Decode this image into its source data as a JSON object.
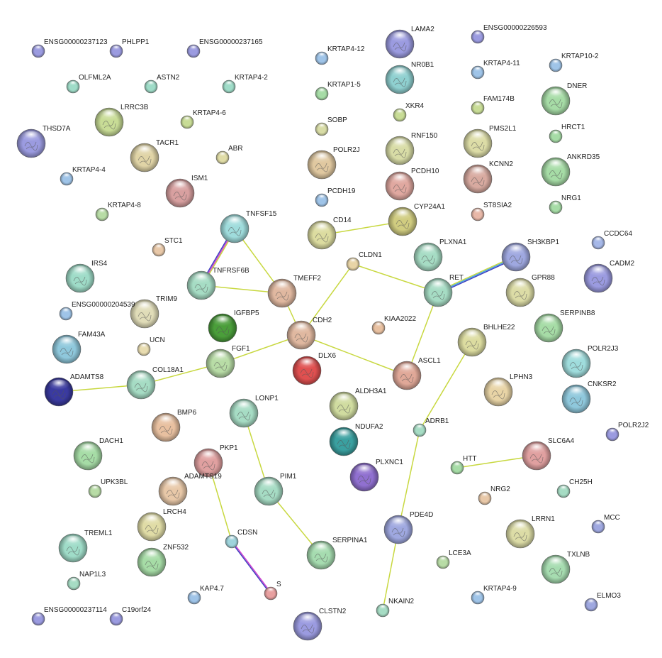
{
  "network": {
    "nodes": [
      {
        "id": "ENSG00000237123",
        "label": "ENSG00000237123",
        "color": "#9b9be0",
        "big": false
      },
      {
        "id": "PHLPP1",
        "label": "PHLPP1",
        "color": "#9b9be0",
        "big": false
      },
      {
        "id": "ENSG00000237165",
        "label": "ENSG00000237165",
        "color": "#9b9be0",
        "big": false
      },
      {
        "id": "KRTAP4-12",
        "label": "KRTAP4-12",
        "color": "#9fc4e8",
        "big": false
      },
      {
        "id": "LAMA2",
        "label": "LAMA2",
        "color": "#9b9be0",
        "big": true
      },
      {
        "id": "ENSG00000226593",
        "label": "ENSG00000226593",
        "color": "#9b9be0",
        "big": false
      },
      {
        "id": "KRTAP10-2",
        "label": "KRTAP10-2",
        "color": "#9fc4e8",
        "big": false
      },
      {
        "id": "OLFML2A",
        "label": "OLFML2A",
        "color": "#9fdcc8",
        "big": false
      },
      {
        "id": "ASTN2",
        "label": "ASTN2",
        "color": "#9fdcc8",
        "big": false
      },
      {
        "id": "KRTAP4-2",
        "label": "KRTAP4-2",
        "color": "#9fdcc8",
        "big": false
      },
      {
        "id": "NR0B1",
        "label": "NR0B1",
        "color": "#8fd0d0",
        "big": true
      },
      {
        "id": "KRTAP4-11",
        "label": "KRTAP4-11",
        "color": "#9fc4e8",
        "big": false
      },
      {
        "id": "KRTAP1-5",
        "label": "KRTAP1-5",
        "color": "#a6dca6",
        "big": false
      },
      {
        "id": "DNER",
        "label": "DNER",
        "color": "#a6dca6",
        "big": true
      },
      {
        "id": "LRRC3B",
        "label": "LRRC3B",
        "color": "#c8dc96",
        "big": true
      },
      {
        "id": "FAM174B",
        "label": "FAM174B",
        "color": "#c8dc96",
        "big": false
      },
      {
        "id": "XKR4",
        "label": "XKR4",
        "color": "#c8dc96",
        "big": false
      },
      {
        "id": "KRTAP4-6",
        "label": "KRTAP4-6",
        "color": "#c8dc96",
        "big": false
      },
      {
        "id": "THSD7A",
        "label": "THSD7A",
        "color": "#9b9be0",
        "big": true
      },
      {
        "id": "SOBP",
        "label": "SOBP",
        "color": "#d8dca6",
        "big": false
      },
      {
        "id": "PMS2L1",
        "label": "PMS2L1",
        "color": "#dcdca6",
        "big": true
      },
      {
        "id": "HRCT1",
        "label": "HRCT1",
        "color": "#a6dca6",
        "big": false
      },
      {
        "id": "TACR1",
        "label": "TACR1",
        "color": "#e0d4a6",
        "big": true
      },
      {
        "id": "RNF150",
        "label": "RNF150",
        "color": "#d8dca6",
        "big": true
      },
      {
        "id": "ABR",
        "label": "ABR",
        "color": "#e0dca6",
        "big": false
      },
      {
        "id": "POLR2J",
        "label": "POLR2J",
        "color": "#e0c8a0",
        "big": true
      },
      {
        "id": "ANKRD35",
        "label": "ANKRD35",
        "color": "#a6dca6",
        "big": true
      },
      {
        "id": "KCNN2",
        "label": "KCNN2",
        "color": "#d8aaa0",
        "big": true
      },
      {
        "id": "KRTAP4-4",
        "label": "KRTAP4-4",
        "color": "#9fc4e8",
        "big": false
      },
      {
        "id": "ISM1",
        "label": "ISM1",
        "color": "#d8a0a0",
        "big": true
      },
      {
        "id": "PCDH10",
        "label": "PCDH10",
        "color": "#e0a8a0",
        "big": true
      },
      {
        "id": "NRG1",
        "label": "NRG1",
        "color": "#a6dca6",
        "big": false
      },
      {
        "id": "PCDH19",
        "label": "PCDH19",
        "color": "#9fc4e8",
        "big": false
      },
      {
        "id": "KRTAP4-8",
        "label": "KRTAP4-8",
        "color": "#b8dca6",
        "big": false
      },
      {
        "id": "CYP24A1",
        "label": "CYP24A1",
        "color": "#d0cc80",
        "big": true
      },
      {
        "id": "ST8SIA2",
        "label": "ST8SIA2",
        "color": "#e8b8a8",
        "big": false
      },
      {
        "id": "TNFSF15",
        "label": "TNFSF15",
        "color": "#9fdcdc",
        "big": true
      },
      {
        "id": "CD14",
        "label": "CD14",
        "color": "#dcdca0",
        "big": true
      },
      {
        "id": "CCDC64",
        "label": "CCDC64",
        "color": "#a6b8e8",
        "big": false
      },
      {
        "id": "PLXNA1",
        "label": "PLXNA1",
        "color": "#a6dcc4",
        "big": true
      },
      {
        "id": "SH3KBP1",
        "label": "SH3KBP1",
        "color": "#9fa8e0",
        "big": true
      },
      {
        "id": "STC1",
        "label": "STC1",
        "color": "#e8c8a8",
        "big": false
      },
      {
        "id": "CLDN1",
        "label": "CLDN1",
        "color": "#e8d4a6",
        "big": false
      },
      {
        "id": "IRS4",
        "label": "IRS4",
        "color": "#9fdcc8",
        "big": true
      },
      {
        "id": "CADM2",
        "label": "CADM2",
        "color": "#9b9be0",
        "big": true
      },
      {
        "id": "TNFRSF6B",
        "label": "TNFRSF6B",
        "color": "#a6dcc4",
        "big": true
      },
      {
        "id": "TMEFF2",
        "label": "TMEFF2",
        "color": "#e0b8a0",
        "big": true
      },
      {
        "id": "RET",
        "label": "RET",
        "color": "#a6dcc4",
        "big": true
      },
      {
        "id": "GPR88",
        "label": "GPR88",
        "color": "#dcdca6",
        "big": true
      },
      {
        "id": "TRIM9",
        "label": "TRIM9",
        "color": "#e0dcb8",
        "big": true
      },
      {
        "id": "ENSG00000204539",
        "label": "ENSG00000204539",
        "color": "#9fc4e8",
        "big": false
      },
      {
        "id": "IGFBP5",
        "label": "IGFBP5",
        "color": "#4a9e3a",
        "big": true
      },
      {
        "id": "CDH2",
        "label": "CDH2",
        "color": "#e0b8a0",
        "big": true
      },
      {
        "id": "KIAA2022",
        "label": "KIAA2022",
        "color": "#e8c0a0",
        "big": false
      },
      {
        "id": "SERPINB8",
        "label": "SERPINB8",
        "color": "#a6dca6",
        "big": true
      },
      {
        "id": "UCN",
        "label": "UCN",
        "color": "#e8dcb0",
        "big": false
      },
      {
        "id": "BHLHE22",
        "label": "BHLHE22",
        "color": "#dcdca0",
        "big": true
      },
      {
        "id": "FAM43A",
        "label": "FAM43A",
        "color": "#8fc8dc",
        "big": true
      },
      {
        "id": "FGF1",
        "label": "FGF1",
        "color": "#b8dca6",
        "big": true
      },
      {
        "id": "DLX6",
        "label": "DLX6",
        "color": "#e05050",
        "big": true
      },
      {
        "id": "POLR2J3",
        "label": "POLR2J3",
        "color": "#9fdcdc",
        "big": true
      },
      {
        "id": "ASCL1",
        "label": "ASCL1",
        "color": "#e0a898",
        "big": true
      },
      {
        "id": "COL18A1",
        "label": "COL18A1",
        "color": "#a6dcc4",
        "big": true
      },
      {
        "id": "ADAMTS8",
        "label": "ADAMTS8",
        "color": "#3a3aa0",
        "big": true
      },
      {
        "id": "LPHN3",
        "label": "LPHN3",
        "color": "#e8d4a6",
        "big": true
      },
      {
        "id": "CNKSR2",
        "label": "CNKSR2",
        "color": "#8fc8dc",
        "big": true
      },
      {
        "id": "LONP1",
        "label": "LONP1",
        "color": "#a6dcc4",
        "big": true
      },
      {
        "id": "ALDH3A1",
        "label": "ALDH3A1",
        "color": "#d0dca0",
        "big": true
      },
      {
        "id": "BMP6",
        "label": "BMP6",
        "color": "#e8c0a0",
        "big": true
      },
      {
        "id": "ADRB1",
        "label": "ADRB1",
        "color": "#a6dcc4",
        "big": false
      },
      {
        "id": "POLR2J2",
        "label": "POLR2J2",
        "color": "#9b9be0",
        "big": false
      },
      {
        "id": "NDUFA2",
        "label": "NDUFA2",
        "color": "#3aa0a0",
        "big": true
      },
      {
        "id": "DACH1",
        "label": "DACH1",
        "color": "#a6dca6",
        "big": true
      },
      {
        "id": "PKP1",
        "label": "PKP1",
        "color": "#e0a0a0",
        "big": true
      },
      {
        "id": "SLC6A4",
        "label": "SLC6A4",
        "color": "#e0a0a0",
        "big": true
      },
      {
        "id": "PLXNC1",
        "label": "PLXNC1",
        "color": "#9070d0",
        "big": true
      },
      {
        "id": "HTT",
        "label": "HTT",
        "color": "#a6dca6",
        "big": false
      },
      {
        "id": "ADAMTS19",
        "label": "ADAMTS19",
        "color": "#e8c8a8",
        "big": true
      },
      {
        "id": "UPK3BL",
        "label": "UPK3BL",
        "color": "#b8dca6",
        "big": false
      },
      {
        "id": "PIM1",
        "label": "PIM1",
        "color": "#a6dcc4",
        "big": true
      },
      {
        "id": "NRG2",
        "label": "NRG2",
        "color": "#e8c8a8",
        "big": false
      },
      {
        "id": "CH25H",
        "label": "CH25H",
        "color": "#a6dcc4",
        "big": false
      },
      {
        "id": "LRCH4",
        "label": "LRCH4",
        "color": "#e0dca6",
        "big": true
      },
      {
        "id": "PDE4D",
        "label": "PDE4D",
        "color": "#9fa8e0",
        "big": true
      },
      {
        "id": "LRRN1",
        "label": "LRRN1",
        "color": "#dcdca6",
        "big": true
      },
      {
        "id": "MCC",
        "label": "MCC",
        "color": "#9fa8e0",
        "big": false
      },
      {
        "id": "TREML1",
        "label": "TREML1",
        "color": "#9fdcc8",
        "big": true
      },
      {
        "id": "CDSN",
        "label": "CDSN",
        "color": "#9fd4dc",
        "big": false
      },
      {
        "id": "SERPINA1",
        "label": "SERPINA1",
        "color": "#a6dcb0",
        "big": true
      },
      {
        "id": "ZNF532",
        "label": "ZNF532",
        "color": "#a6dca6",
        "big": true
      },
      {
        "id": "LCE3A",
        "label": "LCE3A",
        "color": "#b8dca6",
        "big": false
      },
      {
        "id": "TXLNB",
        "label": "TXLNB",
        "color": "#a6dcb0",
        "big": true
      },
      {
        "id": "NAP1L3",
        "label": "NAP1L3",
        "color": "#a6dcc4",
        "big": false
      },
      {
        "id": "S",
        "label": "S",
        "color": "#e8a0a0",
        "big": false
      },
      {
        "id": "KAP4.7",
        "label": "KAP4.7",
        "color": "#9fc4e8",
        "big": false
      },
      {
        "id": "KRTAP4-9",
        "label": "KRTAP4-9",
        "color": "#9fc4e8",
        "big": false
      },
      {
        "id": "ELMO3",
        "label": "ELMO3",
        "color": "#9fa8e0",
        "big": false
      },
      {
        "id": "NKAIN2",
        "label": "NKAIN2",
        "color": "#a6dcc4",
        "big": false
      },
      {
        "id": "ENSG00000237114",
        "label": "ENSG00000237114",
        "color": "#9b9be0",
        "big": false
      },
      {
        "id": "C19orf24",
        "label": "C19orf24",
        "color": "#9b9be0",
        "big": false
      },
      {
        "id": "CLSTN2",
        "label": "CLSTN2",
        "color": "#9b9be0",
        "big": true
      }
    ],
    "edges": [
      {
        "from": "TNFSF15",
        "to": "TNFRSF6B",
        "colors": [
          "#c8d840",
          "#d040d0",
          "#4040c0"
        ]
      },
      {
        "from": "TNFSF15",
        "to": "TMEFF2",
        "colors": [
          "#c8d840"
        ]
      },
      {
        "from": "TNFRSF6B",
        "to": "TMEFF2",
        "colors": [
          "#c8d840"
        ]
      },
      {
        "from": "TMEFF2",
        "to": "CDH2",
        "colors": [
          "#c8d840"
        ]
      },
      {
        "from": "CD14",
        "to": "CYP24A1",
        "colors": [
          "#c8d840"
        ]
      },
      {
        "from": "CLDN1",
        "to": "CDH2",
        "colors": [
          "#c8d840"
        ]
      },
      {
        "from": "CLDN1",
        "to": "RET",
        "colors": [
          "#c8d840"
        ]
      },
      {
        "from": "RET",
        "to": "SH3KBP1",
        "colors": [
          "#c8d840",
          "#40a0e0",
          "#4040c0"
        ]
      },
      {
        "from": "RET",
        "to": "ASCL1",
        "colors": [
          "#c8d840"
        ]
      },
      {
        "from": "CDH2",
        "to": "ASCL1",
        "colors": [
          "#c8d840"
        ]
      },
      {
        "from": "CDH2",
        "to": "FGF1",
        "colors": [
          "#c8d840"
        ]
      },
      {
        "from": "FGF1",
        "to": "COL18A1",
        "colors": [
          "#c8d840"
        ]
      },
      {
        "from": "COL18A1",
        "to": "ADAMTS8",
        "colors": [
          "#c8d840"
        ]
      },
      {
        "from": "BHLHE22",
        "to": "ADRB1",
        "colors": [
          "#c8d840"
        ]
      },
      {
        "from": "ADRB1",
        "to": "PDE4D",
        "colors": [
          "#c8d840"
        ]
      },
      {
        "from": "PDE4D",
        "to": "NKAIN2",
        "colors": [
          "#c8d840"
        ]
      },
      {
        "from": "HTT",
        "to": "SLC6A4",
        "colors": [
          "#c8d840"
        ]
      },
      {
        "from": "LONP1",
        "to": "PIM1",
        "colors": [
          "#c8d840"
        ]
      },
      {
        "from": "PIM1",
        "to": "SERPINA1",
        "colors": [
          "#c8d840"
        ]
      },
      {
        "from": "PKP1",
        "to": "CDSN",
        "colors": [
          "#c8d840"
        ]
      },
      {
        "from": "CDSN",
        "to": "S",
        "colors": [
          "#d040d0",
          "#4040c0"
        ]
      }
    ]
  }
}
